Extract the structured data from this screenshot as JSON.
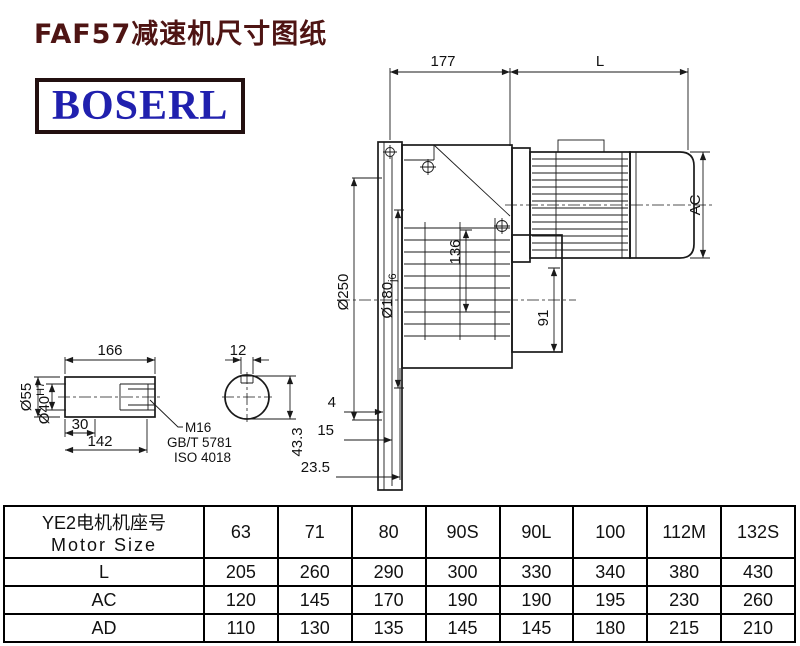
{
  "header": {
    "title": "FAF57减速机尺寸图纸",
    "logo": "BOSERL"
  },
  "colors": {
    "title_text": "#4e1413",
    "logo_text": "#2020ae",
    "logo_border": "#231010",
    "line_color": "#1a1a1a"
  },
  "drawing": {
    "d177": "177",
    "dL": "L",
    "dAC": "AC",
    "d250": "Ø250",
    "d180": "Ø180",
    "d180_tol": "j6",
    "d136": "136",
    "d91": "91",
    "d4": "4",
    "d15": "15",
    "d23_5": "23.5",
    "d43_3": "43.3",
    "d166": "166",
    "d12": "12",
    "d30": "30",
    "d142": "142",
    "d55": "Ø55",
    "d40": "Ø40",
    "d40_tol": "H7",
    "thread": "M16",
    "std_gb": "GB/T 5781",
    "std_iso": "ISO 4018"
  },
  "table": {
    "header_cn": "YE2电机机座号",
    "header_en": "Motor Size",
    "sizes": [
      "63",
      "71",
      "80",
      "90S",
      "90L",
      "100",
      "112M",
      "132S"
    ],
    "rows": [
      {
        "label": "L",
        "values": [
          "205",
          "260",
          "290",
          "300",
          "330",
          "340",
          "380",
          "430"
        ]
      },
      {
        "label": "AC",
        "values": [
          "120",
          "145",
          "170",
          "190",
          "190",
          "195",
          "230",
          "260"
        ]
      },
      {
        "label": "AD",
        "values": [
          "110",
          "130",
          "135",
          "145",
          "145",
          "180",
          "215",
          "210"
        ]
      }
    ]
  }
}
